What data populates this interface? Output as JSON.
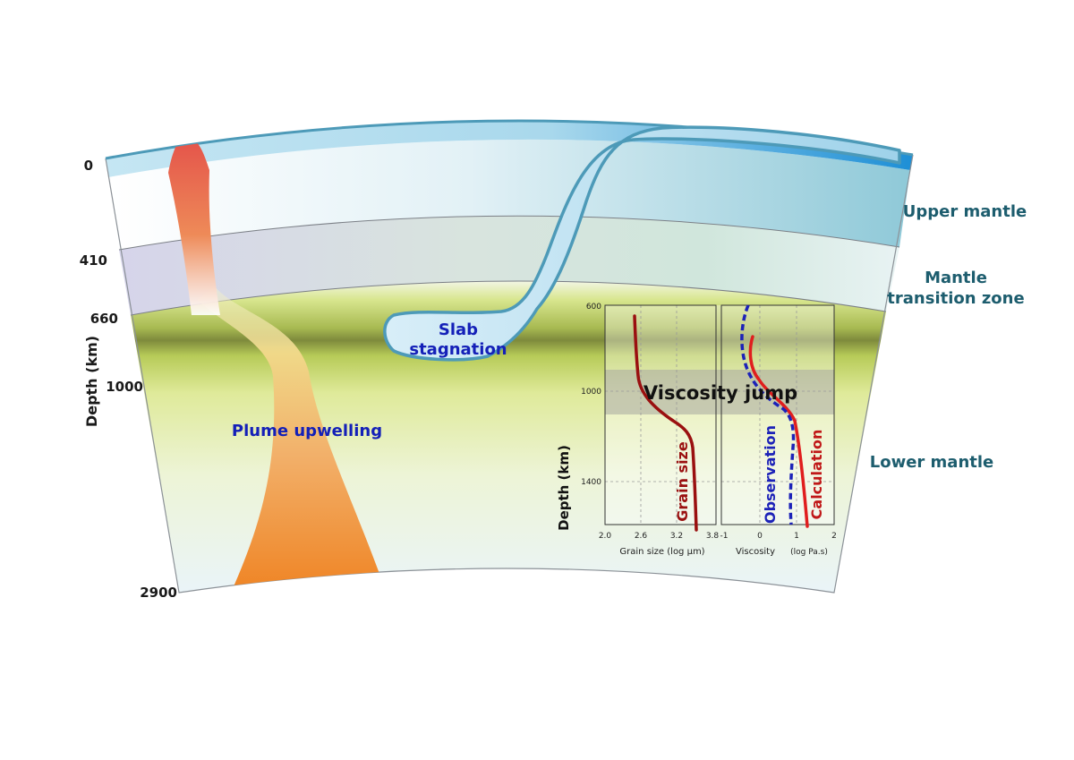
{
  "depth_axis": {
    "title": "Depth (km)",
    "ticks": [
      "0",
      "410",
      "660",
      "1000",
      "2900"
    ]
  },
  "zones": {
    "upper_mantle": "Upper mantle",
    "transition_line1": "Mantle",
    "transition_line2": "transition zone",
    "lower_mantle": "Lower mantle"
  },
  "features": {
    "slab_line1": "Slab",
    "slab_line2": "stagnation",
    "plume": "Plume upwelling"
  },
  "inset": {
    "y_axis_title": "Depth (km)",
    "y_ticks": [
      "600",
      "1000",
      "1400"
    ],
    "band_label": "Viscosity jump",
    "left_panel": {
      "x_label": "Grain size (log µm)",
      "x_ticks": [
        "2.0",
        "2.6",
        "3.2",
        "3.8"
      ],
      "curve_label": "Grain size"
    },
    "right_panel": {
      "x_label": "Viscosity",
      "x_unit": "(log Pa.s)",
      "x_ticks": [
        "-1",
        "0",
        "1",
        "2"
      ],
      "observation_label": "Observation",
      "calculation_label": "Calculation"
    }
  },
  "colors": {
    "lithosphere": "#5ea9c9",
    "lower_mantle": "#c8dc5a",
    "plume_hot": "#e4524a",
    "plume_base": "#ee8a26",
    "observation": "#1c22b8",
    "calculation": "#e01e1e",
    "grain_size": "#9a1010",
    "zone_text": "#1d5d6e",
    "feature_text": "#1420b8"
  }
}
